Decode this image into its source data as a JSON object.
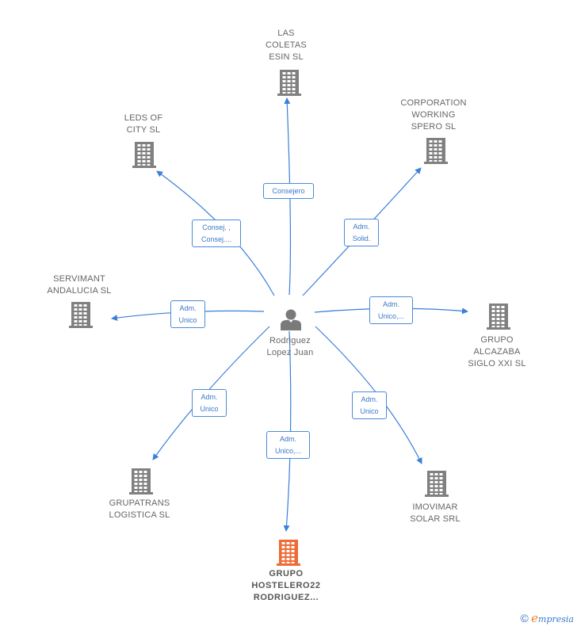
{
  "center": {
    "name": "Rodriguez\nLopez Juan",
    "icon": "person-icon"
  },
  "colors": {
    "edge": "#3a7fd8",
    "building": "#808080",
    "highlight": "#f06a35"
  },
  "companies": [
    {
      "id": "las-coletas",
      "name": "LAS\nCOLETAS\nESIN SL",
      "relation": "Consejero",
      "highlight": false
    },
    {
      "id": "leds-of-city",
      "name": "LEDS OF\nCITY SL",
      "relation": "Consej. ,\nConsej....",
      "highlight": false
    },
    {
      "id": "corporation-working",
      "name": "CORPORATION\nWORKING\nSPERO  SL",
      "relation": "Adm.\nSolid.",
      "highlight": false
    },
    {
      "id": "servimant",
      "name": "SERVIMANT\nANDALUCIA SL",
      "relation": "Adm.\nUnico",
      "highlight": false
    },
    {
      "id": "grupo-alcazaba",
      "name": "GRUPO\nALCAZABA\nSIGLO XXI  SL",
      "relation": "Adm.\nUnico,...",
      "highlight": false
    },
    {
      "id": "grupatrans",
      "name": "GRUPATRANS\nLOGISTICA  SL",
      "relation": "Adm.\nUnico",
      "highlight": false
    },
    {
      "id": "imovimar",
      "name": "IMOVIMAR\nSOLAR SRL",
      "relation": "Adm.\nUnico",
      "highlight": false
    },
    {
      "id": "grupo-hostelero",
      "name": "GRUPO\nHOSTELERO22\nRODRIGUEZ...",
      "relation": "Adm.\nUnico,...",
      "highlight": true
    }
  ],
  "brand": {
    "copyright": "©",
    "initial": "e",
    "rest": "mpresia"
  }
}
